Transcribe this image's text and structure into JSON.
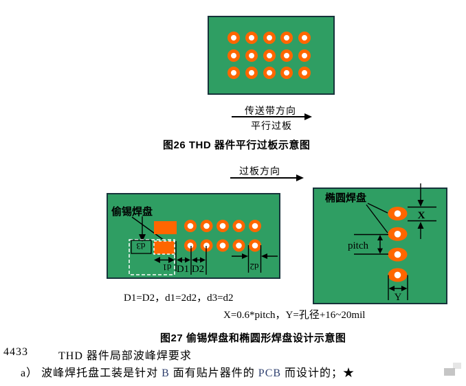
{
  "colors": {
    "board_green": "#2f9e63",
    "pad_orange": "#ff6600",
    "board_border": "#16323a",
    "latin_blue": "#2e3f6e"
  },
  "figure26": {
    "caption": "图26  THD 器件平行过板示意图",
    "conveyor_label_top": "传送带方向",
    "conveyor_label_bottom": "平行过板",
    "board": {
      "pad_rows": 3,
      "pad_cols": 5
    }
  },
  "figure27": {
    "direction_label": "过板方向",
    "caption": "图27  偷锡焊盘和椭圆形焊盘设计示意图",
    "left_board": {
      "label": "偷锡焊盘",
      "pad_rows": 2,
      "pad_cols": 5,
      "dims": {
        "d3": "d3",
        "d1": "d1",
        "D1": "D1",
        "D2": "D2",
        "d2": "d2"
      }
    },
    "right_board": {
      "label": "椭圆焊盘",
      "pad_count": 4,
      "dims": {
        "x": "X",
        "pitch": "pitch",
        "y": "Y"
      }
    },
    "formula_left": "D1=D2，d1=2d2，d3=d2",
    "formula_right": "X=0.6*pitch，Y=孔径+16~20mil"
  },
  "section": {
    "number": "4433",
    "title": "THD 器件局部波峰焊要求"
  },
  "item_a": {
    "prefix": "a） 波峰焊托盘工装是针对 ",
    "term1": "B",
    "middle": " 面有贴片器件的 ",
    "term2": "PCB",
    "suffix": " 而设计的；★"
  }
}
